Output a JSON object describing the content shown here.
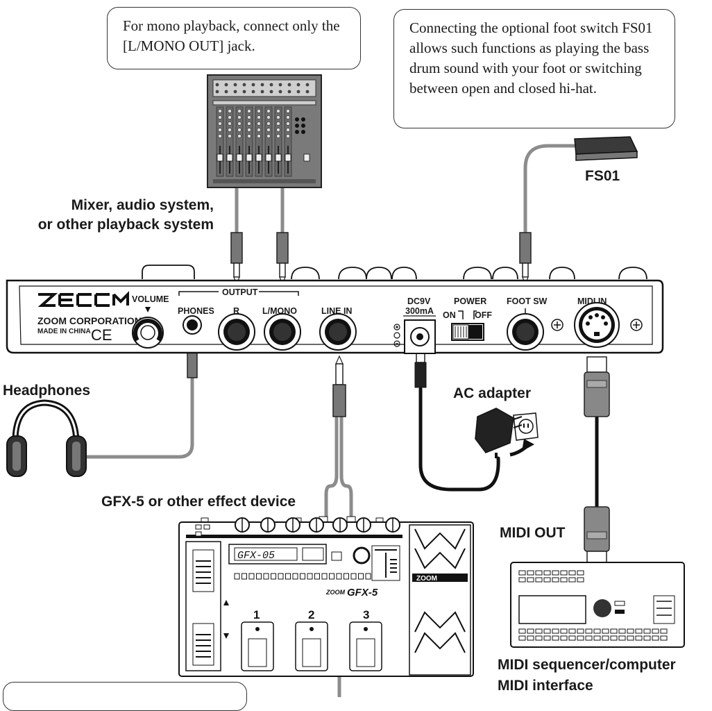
{
  "callouts": {
    "mono_note": "For mono playback, connect only the [L/MONO OUT] jack.",
    "footswitch_note": "Connecting the optional foot switch FS01 allows such functions as playing the bass drum sound with your foot or switching between open and closed hi-hat."
  },
  "labels": {
    "fs01": "FS01",
    "mixer_line1": "Mixer, audio system,",
    "mixer_line2": "or other playback system",
    "headphones": "Headphones",
    "ac_adapter": "AC adapter",
    "gfx5": "GFX-5 or other effect device",
    "midi_out": "MIDI OUT",
    "midi_seq_line1": "MIDI sequencer/computer",
    "midi_seq_line2": "MIDI interface"
  },
  "panel": {
    "brand": "ZOOM CORPORATION",
    "made_in": "MADE IN CHINA",
    "ce": "CE",
    "volume": "VOLUME",
    "output": "OUTPUT",
    "phones": "PHONES",
    "r": "R",
    "l_mono": "L/MONO",
    "line_in": "LINE IN",
    "dc_line1": "DC9V",
    "dc_line2": "300mA",
    "power": "POWER",
    "on": "ON",
    "off": "OFF",
    "foot_sw": "FOOT SW",
    "midi_in": "MIDI IN"
  },
  "gfx": {
    "display": "GFX-05",
    "model": "GFX-5",
    "zoom": "ZOOM",
    "pedal1": "1",
    "pedal2": "2",
    "pedal3": "3"
  }
}
